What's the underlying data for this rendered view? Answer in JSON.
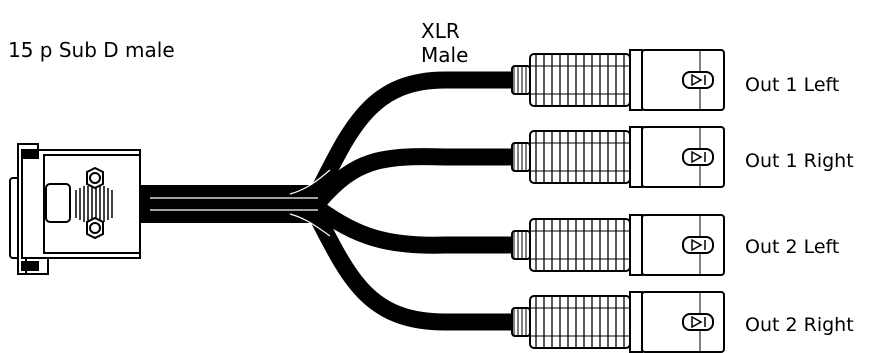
{
  "diagram": {
    "connector_label": "15 p Sub D male",
    "xlr_label_line1": "XLR",
    "xlr_label_line2": "Male",
    "outputs": [
      {
        "label": "Out 1 Left"
      },
      {
        "label": "Out 1 Right"
      },
      {
        "label": "Out 2 Left"
      },
      {
        "label": "Out 2 Right"
      }
    ]
  }
}
